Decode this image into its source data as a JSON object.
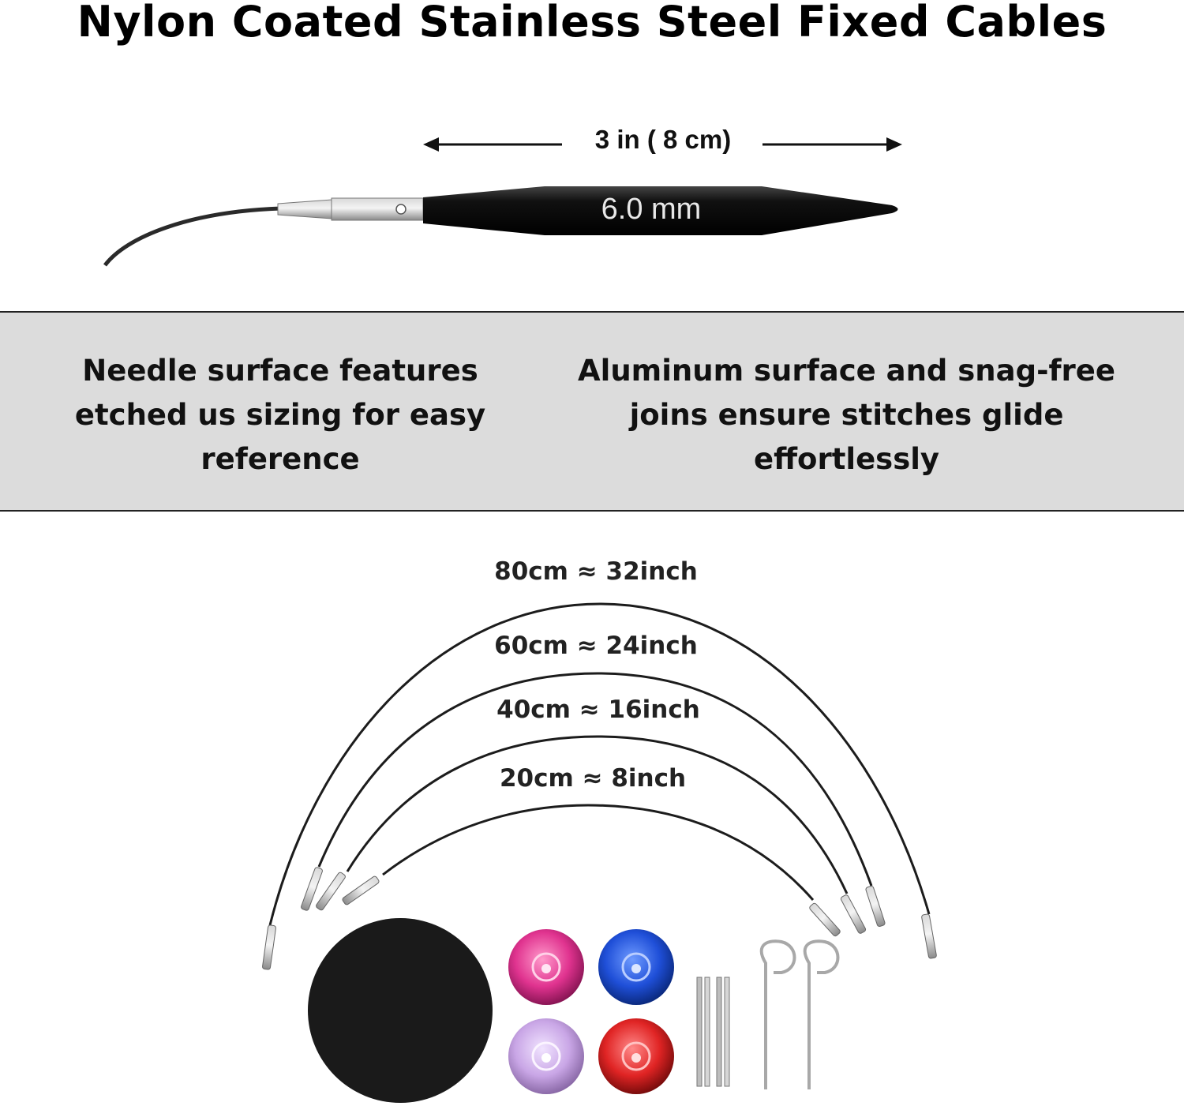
{
  "title": "Nylon Coated Stainless Steel Fixed Cables",
  "tip_measure": {
    "length_label": "3 in ( 8 cm)",
    "etched_size": "6.0 mm"
  },
  "features": {
    "left": "Needle surface features etched us sizing for easy reference",
    "right": "Aluminum surface and snag-free joins ensure stitches glide effortlessly"
  },
  "cables": [
    {
      "label": "80cm ≈ 32inch"
    },
    {
      "label": "60cm ≈ 24inch"
    },
    {
      "label": "40cm ≈ 16inch"
    },
    {
      "label": "20cm ≈ 8inch"
    }
  ],
  "accessories": {
    "stopper_colors": [
      "#e0338f",
      "#1f4fd8",
      "#c9a6e6",
      "#e02424"
    ],
    "pad_color": "#1a1a1a",
    "band_color": "#dcdcdc"
  }
}
